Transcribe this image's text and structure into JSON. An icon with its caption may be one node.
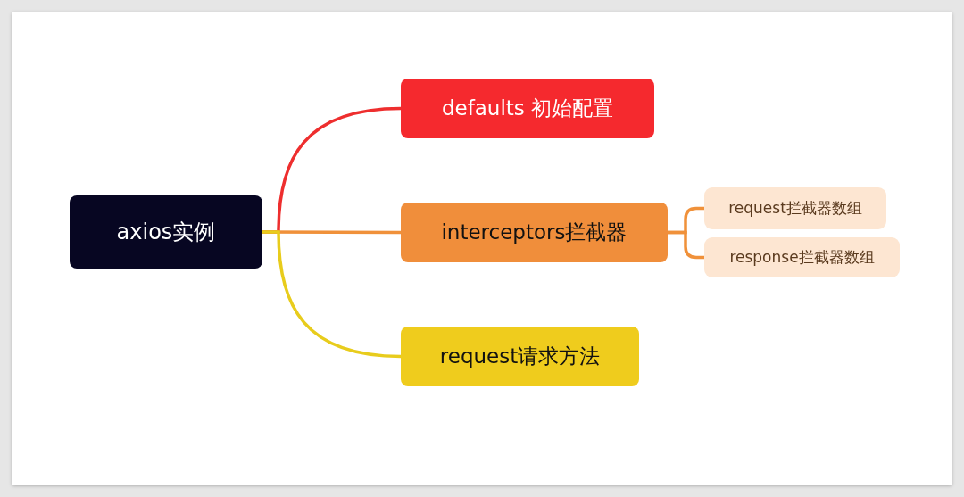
{
  "diagram": {
    "nodes": [
      {
        "text": [
          "axios实例"
        ]
      },
      {
        "text": [
          "defaults 初始配置"
        ]
      },
      {
        "text": [
          "interceptors拦截器"
        ]
      },
      {
        "text": [
          "request请求方法"
        ]
      },
      {
        "text": [
          "request拦截器数组"
        ]
      },
      {
        "text": [
          "response拦截器数组"
        ]
      }
    ],
    "edges": [
      {
        "from": 0,
        "to": 1,
        "arrow": "none",
        "color": "#ee2e2e"
      },
      {
        "from": 0,
        "to": 2,
        "arrow": "none"
      },
      {
        "from": 0,
        "to": 3,
        "arrow": "none",
        "color": "#e8cc1c"
      },
      {
        "from": 2,
        "to": 4,
        "arrow": "none"
      },
      {
        "from": 2,
        "to": 5,
        "arrow": "none"
      }
    ]
  }
}
